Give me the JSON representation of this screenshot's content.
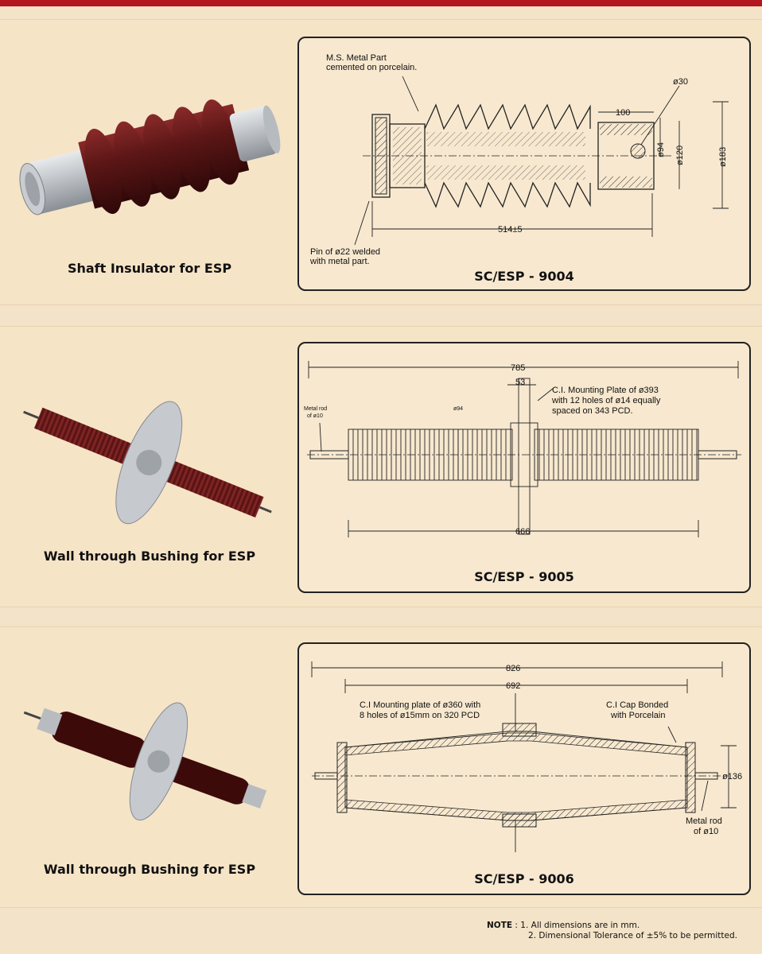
{
  "rows": [
    {
      "caption": "Shaft Insulator for ESP",
      "code": "SC/ESP - 9004",
      "labels": {
        "ms_part_1": "M.S. Metal Part",
        "ms_part_2": "cemented on porcelain.",
        "d30": "ø30",
        "l100": "100",
        "d94": "ø94",
        "d120": "ø120",
        "d183": "ø183",
        "len": "514±5",
        "pin_1": "Pin of ø22 welded",
        "pin_2": "with metal part."
      }
    },
    {
      "caption": "Wall through Bushing for ESP",
      "code": "SC/ESP - 9005",
      "labels": {
        "len": "785",
        "w53": "53",
        "plate_1": "C.I. Mounting Plate of ø393",
        "plate_2": "with 12 holes of ø14 equally",
        "plate_3": "spaced on 343 PCD.",
        "rod_1": "Metal rod",
        "rod_2": "of ø10",
        "d94": "ø94",
        "inner": "666"
      }
    },
    {
      "caption": "Wall through Bushing for ESP",
      "code": "SC/ESP - 9006",
      "labels": {
        "len": "826",
        "inner": "692",
        "plate_1": "C.I Mounting plate of ø360 with",
        "plate_2": "8 holes of ø15mm on 320 PCD",
        "cap_1": "C.I Cap Bonded",
        "cap_2": "with Porcelain",
        "d136": "ø136",
        "rod_1": "Metal rod",
        "rod_2": "of ø10"
      }
    }
  ],
  "note": {
    "label": "NOTE",
    "line1": ": 1. All dimensions are in mm.",
    "line2": "2. Dimensional Tolerance of ±5% to be permitted."
  }
}
